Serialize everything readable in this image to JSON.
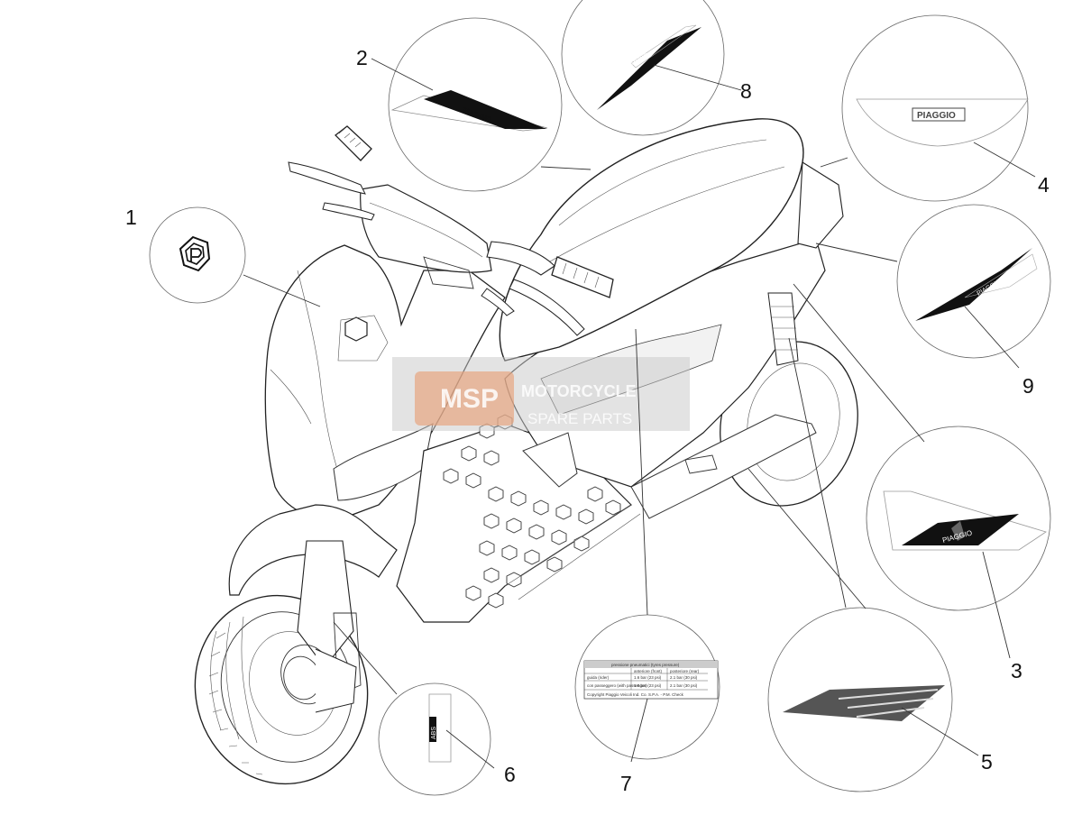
{
  "callouts": [
    {
      "id": "1",
      "label": "1"
    },
    {
      "id": "2",
      "label": "2"
    },
    {
      "id": "3",
      "label": "3"
    },
    {
      "id": "4",
      "label": "4"
    },
    {
      "id": "5",
      "label": "5"
    },
    {
      "id": "6",
      "label": "6"
    },
    {
      "id": "7",
      "label": "7"
    },
    {
      "id": "8",
      "label": "8"
    },
    {
      "id": "9",
      "label": "9"
    }
  ],
  "decals": {
    "piaggio_wordmark": "PIAGGIO",
    "abs_badge": "ABS",
    "tyre_label": {
      "title": "pressione pneumatici (tyres pressure)",
      "col_front": "anteriore (front)",
      "col_rear": "posteriore (rear)",
      "row1_label": "guida (rider)",
      "row1_front": "1.6 bar (23 psi)",
      "row1_rear": "2.1 bar (30 psi)",
      "row2_label": "con passeggero (with passenger)",
      "row2_front": "1.6 bar (23 psi)",
      "row2_rear": "2.1 bar (30 psi)",
      "footer": "Copyright Piaggio Veicoli Ind. Co. S.P.A. - P.M. Check"
    }
  },
  "watermark": {
    "line1": "MOTORCYCLE",
    "line2": "SPARE PARTS",
    "logo_text": "MSP"
  }
}
